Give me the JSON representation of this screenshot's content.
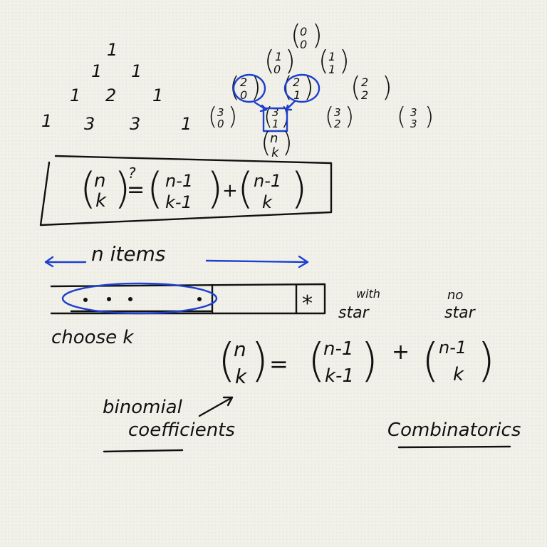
{
  "pascal_numbers": {
    "r0": [
      "1"
    ],
    "r1": [
      "1",
      "1"
    ],
    "r2": [
      "1",
      "2",
      "1"
    ],
    "r3": [
      "1",
      "3",
      "3",
      "1"
    ]
  },
  "binomials": {
    "b00": [
      "0",
      "0"
    ],
    "b10": [
      "1",
      "0"
    ],
    "b11": [
      "1",
      "1"
    ],
    "b20": [
      "2",
      "0"
    ],
    "b21": [
      "2",
      "1"
    ],
    "b22": [
      "2",
      "2"
    ],
    "b30": [
      "3",
      "0"
    ],
    "b31": [
      "3",
      "1"
    ],
    "b32": [
      "3",
      "2"
    ],
    "b33": [
      "3",
      "3"
    ],
    "bnk": [
      "n",
      "k"
    ]
  },
  "identity_box": {
    "lhs": [
      "n",
      "k"
    ],
    "question_mark": "?",
    "eq": "=",
    "term1": [
      "n-1",
      "k-1"
    ],
    "plus": "+",
    "term2": [
      "n-1",
      "k"
    ]
  },
  "items_label": "n  items",
  "choose_label": "choose k",
  "star_glyph": "*",
  "with_star_label": [
    "with",
    "star"
  ],
  "no_star_label": [
    "no",
    "star"
  ],
  "bottom_identity": {
    "lhs": [
      "n",
      "k"
    ],
    "eq": "=",
    "term1": [
      "n-1",
      "k-1"
    ],
    "plus": "+",
    "term2": [
      "n-1",
      "k"
    ]
  },
  "binomial_coeff_label": [
    "binomial",
    "coefficients"
  ],
  "combinatorics_label": "Combinatorics",
  "colors": {
    "ink": "#111111",
    "blue": "#1e3fd0",
    "paper": "#f1f1e9"
  }
}
